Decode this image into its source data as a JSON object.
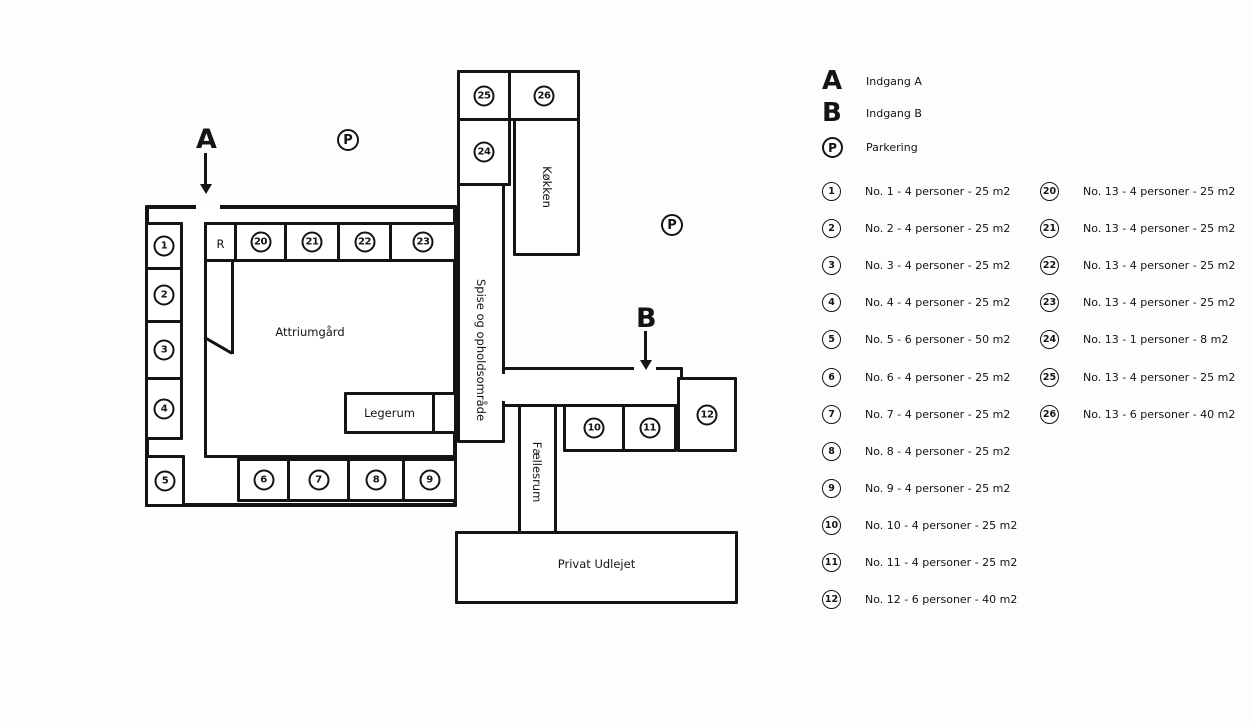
{
  "plan": {
    "markers": {
      "a": "A",
      "b": "B",
      "p": "P"
    },
    "labels": {
      "r": "R",
      "attrium": "Attriumgård",
      "legerum": "Legerum",
      "kokken": "Køkken",
      "spise": "Spise og opholdsområde",
      "faellesrum": "Fællesrum",
      "privat": "Privat Udlejet"
    },
    "rooms": {
      "n1": "1",
      "n2": "2",
      "n3": "3",
      "n4": "4",
      "n5": "5",
      "n6": "6",
      "n7": "7",
      "n8": "8",
      "n9": "9",
      "n10": "10",
      "n11": "11",
      "n12": "12",
      "n20": "20",
      "n21": "21",
      "n22": "22",
      "n23": "23",
      "n24": "24",
      "n25": "25",
      "n26": "26"
    }
  },
  "legend": {
    "symbols": [
      {
        "symbol": "A",
        "label": "Indgang A"
      },
      {
        "symbol": "B",
        "label": "Indgang B"
      },
      {
        "symbol": "P",
        "label": "Parkering"
      }
    ],
    "column1": [
      {
        "number": "1",
        "label": "No. 1 - 4 personer - 25 m2"
      },
      {
        "number": "2",
        "label": "No. 2 - 4 personer - 25 m2"
      },
      {
        "number": "3",
        "label": "No. 3 - 4 personer - 25 m2"
      },
      {
        "number": "4",
        "label": "No. 4 - 4 personer - 25 m2"
      },
      {
        "number": "5",
        "label": "No. 5 - 6 personer - 50 m2"
      },
      {
        "number": "6",
        "label": "No. 6 - 4 personer - 25 m2"
      },
      {
        "number": "7",
        "label": "No. 7 - 4 personer - 25 m2"
      },
      {
        "number": "8",
        "label": "No. 8 - 4 personer - 25 m2"
      },
      {
        "number": "9",
        "label": "No. 9 - 4 personer - 25 m2"
      },
      {
        "number": "10",
        "label": "No. 10 - 4 personer - 25 m2"
      },
      {
        "number": "11",
        "label": "No. 11 - 4 personer - 25 m2"
      },
      {
        "number": "12",
        "label": "No. 12 - 6 personer - 40 m2"
      }
    ],
    "column2": [
      {
        "number": "20",
        "label": "No. 13 - 4 personer - 25 m2"
      },
      {
        "number": "21",
        "label": "No. 13 - 4 personer - 25 m2"
      },
      {
        "number": "22",
        "label": "No. 13 - 4 personer - 25 m2"
      },
      {
        "number": "23",
        "label": "No. 13 - 4 personer - 25 m2"
      },
      {
        "number": "24",
        "label": "No. 13 - 1 personer - 8 m2"
      },
      {
        "number": "25",
        "label": "No. 13 - 4 personer - 25 m2"
      },
      {
        "number": "26",
        "label": "No. 13 - 6 personer - 40 m2"
      }
    ]
  }
}
